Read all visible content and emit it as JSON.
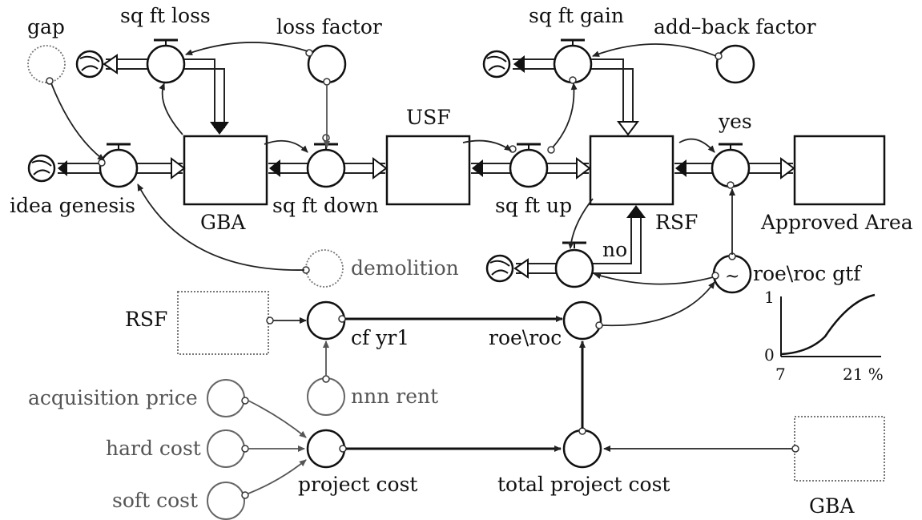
{
  "diagram": {
    "stocks": {
      "gba": "GBA",
      "usf": "USF",
      "rsf": "RSF",
      "approved_area": "Approved Area"
    },
    "flows": {
      "idea_genesis": "idea genesis",
      "sq_ft_down": "sq ft down",
      "sq_ft_up": "sq ft up",
      "yes": "yes",
      "no": "no",
      "sq_ft_loss": "sq ft loss",
      "sq_ft_gain": "sq ft gain"
    },
    "auxiliaries": {
      "gap": "gap",
      "loss_factor": "loss factor",
      "add_back_factor": "add–back factor",
      "demolition": "demolition",
      "roe_roc_gtf": "roe\\roc gtf",
      "cf_yr1": "cf yr1",
      "roe_roc": "roe\\roc",
      "nnn_rent": "nnn rent",
      "acquisition_price": "acquisition price",
      "hard_cost": "hard cost",
      "soft_cost": "soft cost",
      "project_cost": "project cost",
      "total_project_cost": "total project cost"
    },
    "ghosts": {
      "rsf": "RSF",
      "gba": "GBA"
    },
    "graph_function": {
      "y_ticks": [
        "1",
        "0"
      ],
      "x_ticks": [
        "7",
        "21 %"
      ]
    }
  }
}
